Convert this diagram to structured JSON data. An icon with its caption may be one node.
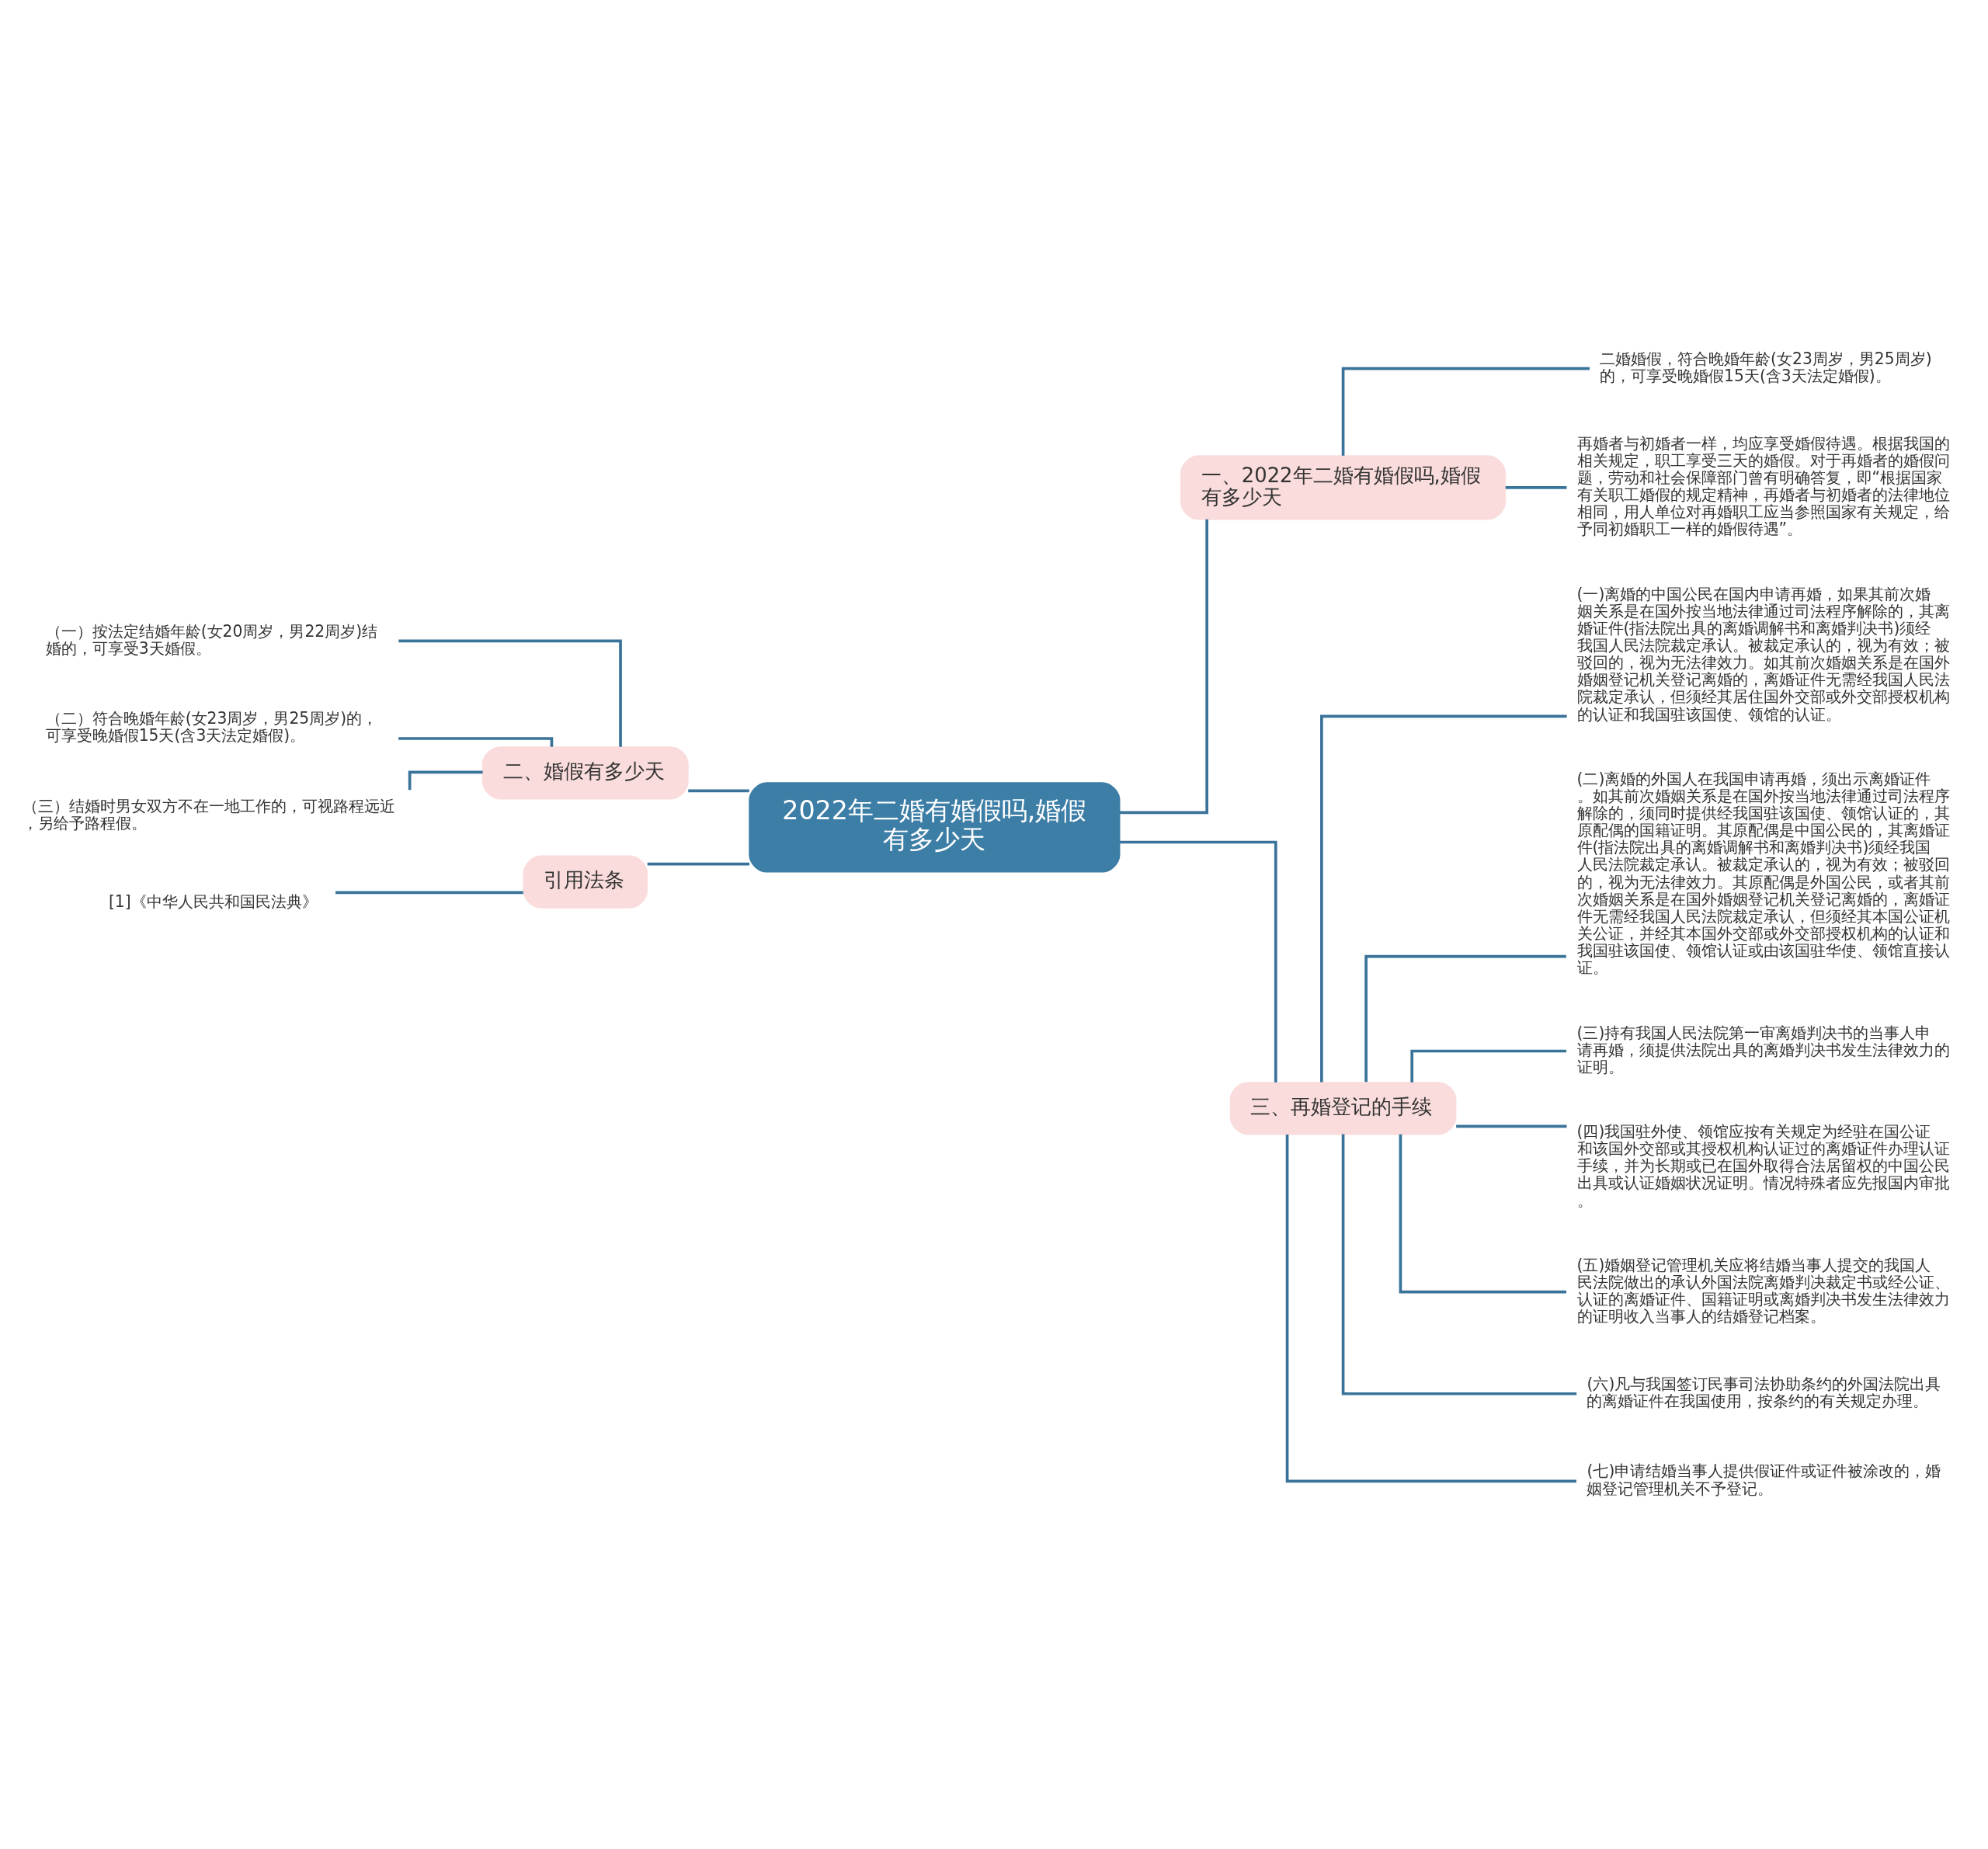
{
  "diagram": {
    "nodes": [
      {
        "text": [
          "2022年二婚有婚假吗,婚假有多少天"
        ]
      },
      {
        "text": [
          "一、2022年二婚有婚假吗,婚假有多少天"
        ]
      },
      {
        "text": [
          "二婚婚假，符合晚婚年龄(女23周岁，男25周岁)的，可享受晚婚假15天(含3天法定婚假)。"
        ]
      },
      {
        "text": [
          "再婚者与初婚者一样，均应享受婚假待遇。根据我国的相关规定，职工享受三天的婚假。对于再婚者的婚假问题，劳动和社会保障部门曾有明确答复，即“根据国家有关职工婚假的规定精神，再婚者与初婚者的法律地位相同，用人单位对再婚职工应当参照国家有关规定，给予同初婚职工一样的婚假待遇”。"
        ]
      },
      {
        "text": [
          "二、婚假有多少天"
        ]
      },
      {
        "text": [
          "（一）按法定结婚年龄(女20周岁，男22周岁)结婚的，可享受3天婚假。"
        ]
      },
      {
        "text": [
          "（二）符合晚婚年龄(女23周岁，男25周岁)的，可享受晚婚假15天(含3天法定婚假)。"
        ]
      },
      {
        "text": [
          "（三）结婚时男女双方不在一地工作的，可视路程远近，另给予路程假。"
        ]
      },
      {
        "text": [
          "引用法条"
        ]
      },
      {
        "text": [
          "[1]《中华人民共和国民法典》"
        ]
      },
      {
        "text": [
          "三、再婚登记的手续"
        ]
      },
      {
        "text": [
          "(一)离婚的中国公民在国内申请再婚，如果其前次婚姻关系是在国外按当地法律通过司法程序解除的，其离婚证件(指法院出具的离婚调解书和离婚判决书)须经我国人民法院裁定承认。被裁定承认的，视为有效；被驳回的，视为无法律效力。如其前次婚姻关系是在国外婚姻登记机关登记离婚的，离婚证件无需经我国人民法院裁定承认，但须经其居住国外交部或外交部授权机构的认证和我国驻该国使、领馆的认证。"
        ]
      },
      {
        "text": [
          "(二)离婚的外国人在我国申请再婚，须出示离婚证件。如其前次婚姻关系是在国外按当地法律通过司法程序解除的，须同时提供经我国驻该国使、领馆认证的，其原配偶的国籍证明。其原配偶是中国公民的，其离婚证件(指法院出具的离婚调解书和离婚判决书)须经我国人民法院裁定承认。被裁定承认的，视为有效；被驳回的，视为无法律效力。其原配偶是外国公民，或者其前次婚姻关系是在国外婚姻登记机关登记离婚的，离婚证件无需经我国人民法院裁定承认，但须经其本国公证机关公证，并经其本国外交部或外交部授权机构的认证和我国驻该国使、领馆认证或由该国驻华使、领馆直接认证。"
        ]
      },
      {
        "text": [
          "(三)持有我国人民法院第一审离婚判决书的当事人申请再婚，须提供法院出具的离婚判决书发生法律效力的证明。"
        ]
      },
      {
        "text": [
          "(四)我国驻外使、领馆应按有关规定为经驻在国公证和该国外交部或其授权机构认证过的离婚证件办理认证手续，并为长期或已在国外取得合法居留权的中国公民出具或认证婚姻状况证明。情况特殊者应先报国内审批。"
        ]
      },
      {
        "text": [
          "(五)婚姻登记管理机关应将结婚当事人提交的我国人民法院做出的承认外国法院离婚判决裁定书或经公证、认证的离婚证件、国籍证明或离婚判决书发生法律效力的证明收入当事人的结婚登记档案。"
        ]
      },
      {
        "text": [
          "(六)凡与我国签订民事司法协助条约的外国法院出具的离婚证件在我国使用，按条约的有关规定办理。"
        ]
      },
      {
        "text": [
          "(七)申请结婚当事人提供假证件或证件被涂改的，婚姻登记管理机关不予登记。"
        ]
      }
    ],
    "edges": [
      {
        "from": 0,
        "to": 1,
        "arrow": "none"
      },
      {
        "from": 1,
        "to": 2,
        "arrow": "none"
      },
      {
        "from": 1,
        "to": 3,
        "arrow": "none"
      },
      {
        "from": 0,
        "to": 4,
        "arrow": "none"
      },
      {
        "from": 4,
        "to": 5,
        "arrow": "none"
      },
      {
        "from": 4,
        "to": 6,
        "arrow": "none"
      },
      {
        "from": 4,
        "to": 7,
        "arrow": "none"
      },
      {
        "from": 0,
        "to": 8,
        "arrow": "none"
      },
      {
        "from": 8,
        "to": 9,
        "arrow": "none"
      },
      {
        "from": 0,
        "to": 10,
        "arrow": "none"
      },
      {
        "from": 10,
        "to": 11,
        "arrow": "none"
      },
      {
        "from": 10,
        "to": 12,
        "arrow": "none"
      },
      {
        "from": 10,
        "to": 13,
        "arrow": "none"
      },
      {
        "from": 10,
        "to": 14,
        "arrow": "none"
      },
      {
        "from": 10,
        "to": 15,
        "arrow": "none"
      },
      {
        "from": 10,
        "to": 16,
        "arrow": "none"
      },
      {
        "from": 10,
        "to": 17,
        "arrow": "none"
      }
    ]
  }
}
